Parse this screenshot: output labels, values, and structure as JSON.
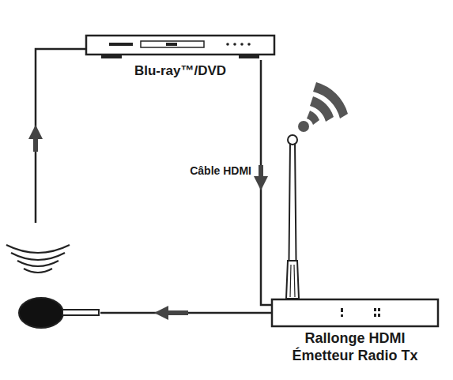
{
  "diagram": {
    "nodes": [
      {
        "text": [
          "Blu-ray™/DVD"
        ]
      },
      {
        "text": [
          "Rallonge HDMI Émetteur Radio Tx"
        ]
      }
    ],
    "edges": [
      {
        "from": 0,
        "to": 1,
        "label": "Câble HDMI",
        "arrow": "to"
      }
    ]
  }
}
